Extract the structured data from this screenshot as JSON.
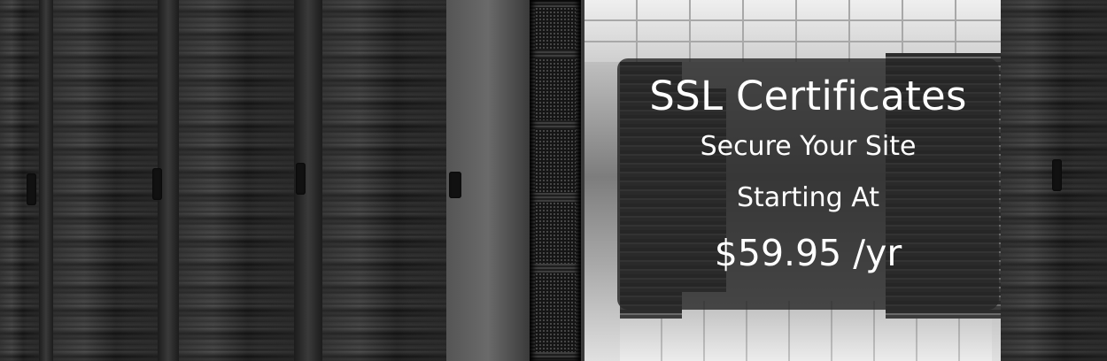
{
  "banner": {
    "title": "SSL Certificates",
    "subtitle": "Secure Your Site",
    "starting_label": "Starting At",
    "price": "$59.95 /yr"
  },
  "colors": {
    "overlay": "#262626",
    "text": "#ffffff"
  }
}
